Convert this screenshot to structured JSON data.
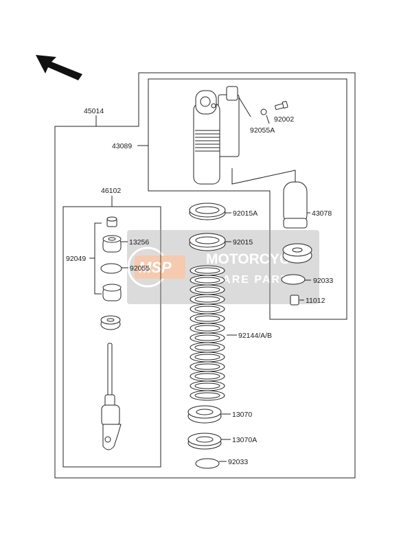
{
  "watermark": {
    "logo_text": "MSP",
    "line1": "MOTORCYC",
    "line2": "SPARE PARTS"
  },
  "labels": {
    "p45014": "45014",
    "p43089": "43089",
    "p92055A": "92055A",
    "p92002": "92002",
    "p46102": "46102",
    "p92015A": "92015A",
    "p43078": "43078",
    "p13256": "13256",
    "p92015": "92015",
    "p92049": "92049",
    "p92055": "92055",
    "p92033a": "92033",
    "p11012": "11012",
    "p92144": "92144/A/B",
    "p13070": "13070",
    "p13070A": "13070A",
    "p92033b": "92033"
  },
  "icons": {
    "direction": "front-direction-arrow-icon"
  }
}
